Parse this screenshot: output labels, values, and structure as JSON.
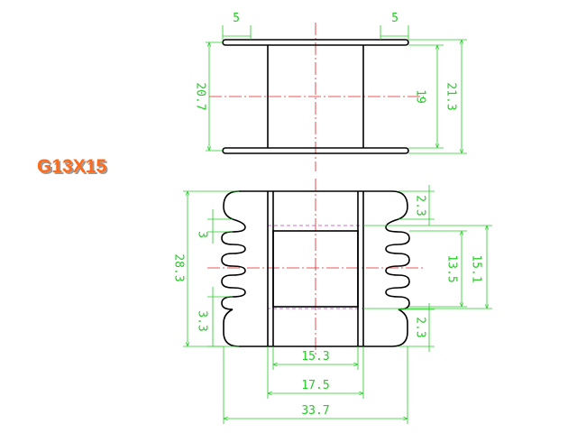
{
  "title": "G13X15",
  "dimensions": {
    "top_view": {
      "flange_left": "5",
      "flange_right": "5",
      "height_left": "20.7",
      "core": "19",
      "height_right": "21.3"
    },
    "front_view": {
      "slot": "3",
      "height": "28.3",
      "bottom_offset": "3.3",
      "top_right": "2.3",
      "bottom_right": "2.3",
      "window_height": "13.5",
      "outer_window_height": "15.1",
      "inner_width": "15.3",
      "middle_width": "17.5",
      "total_width": "33.7"
    }
  },
  "colors": {
    "outline": "#000000",
    "dimension": "#22cc22",
    "centerline": "#e02020",
    "hidden": "#c040c0",
    "title_fill": "#ff6a1a",
    "title_shadow": "#9a9a9a"
  }
}
